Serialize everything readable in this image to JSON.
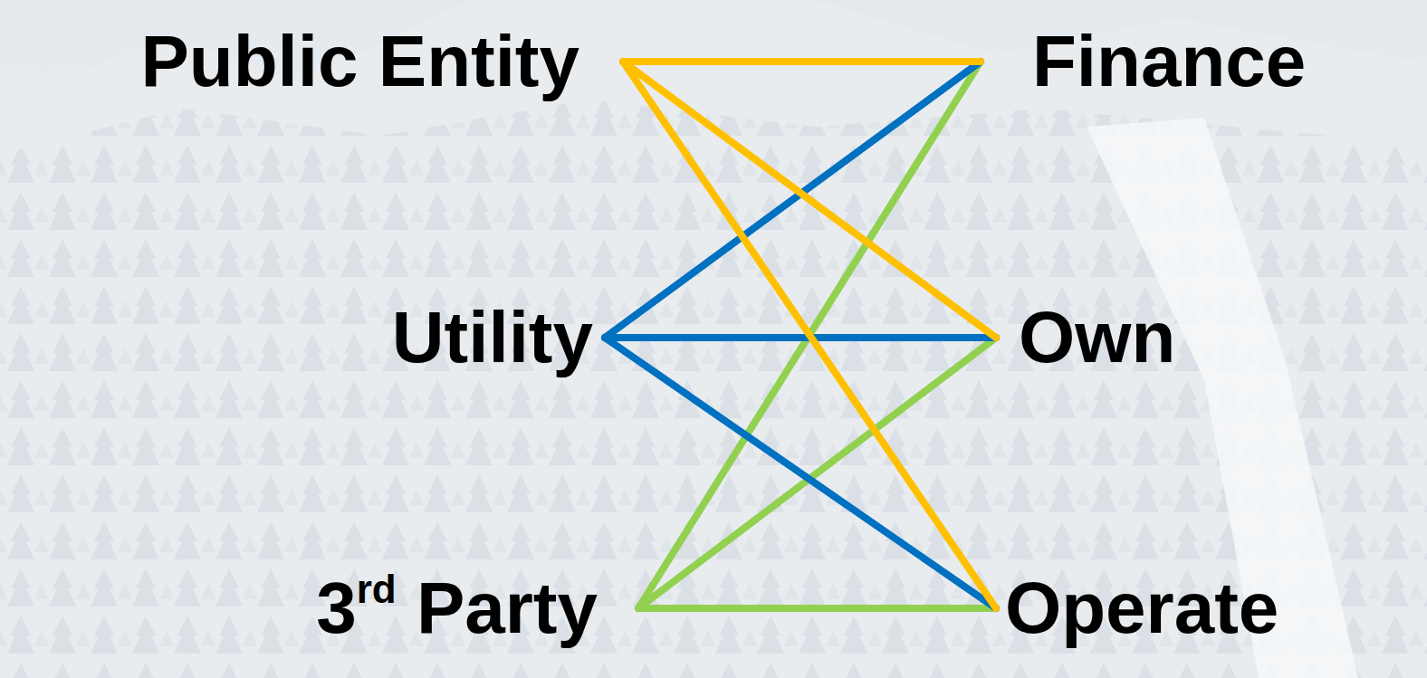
{
  "diagram": {
    "nodes": [
      {
        "text": [
          "Public Entity"
        ]
      },
      {
        "text": [
          "Finance"
        ]
      },
      {
        "text": [
          "Utility"
        ]
      },
      {
        "text": [
          "Own"
        ]
      },
      {
        "text": [
          "3rd Party"
        ]
      },
      {
        "text": [
          "Operate"
        ]
      }
    ],
    "edges": [
      {
        "from": 4,
        "to": 1,
        "arrow": "none"
      },
      {
        "from": 4,
        "to": 3,
        "arrow": "none"
      },
      {
        "from": 4,
        "to": 5,
        "arrow": "none"
      },
      {
        "from": 2,
        "to": 1,
        "arrow": "none"
      },
      {
        "from": 2,
        "to": 3,
        "arrow": "none"
      },
      {
        "from": 2,
        "to": 5,
        "arrow": "none"
      },
      {
        "from": 0,
        "to": 1,
        "arrow": "none"
      },
      {
        "from": 0,
        "to": 3,
        "arrow": "none"
      },
      {
        "from": 0,
        "to": 5,
        "arrow": "none"
      }
    ]
  }
}
